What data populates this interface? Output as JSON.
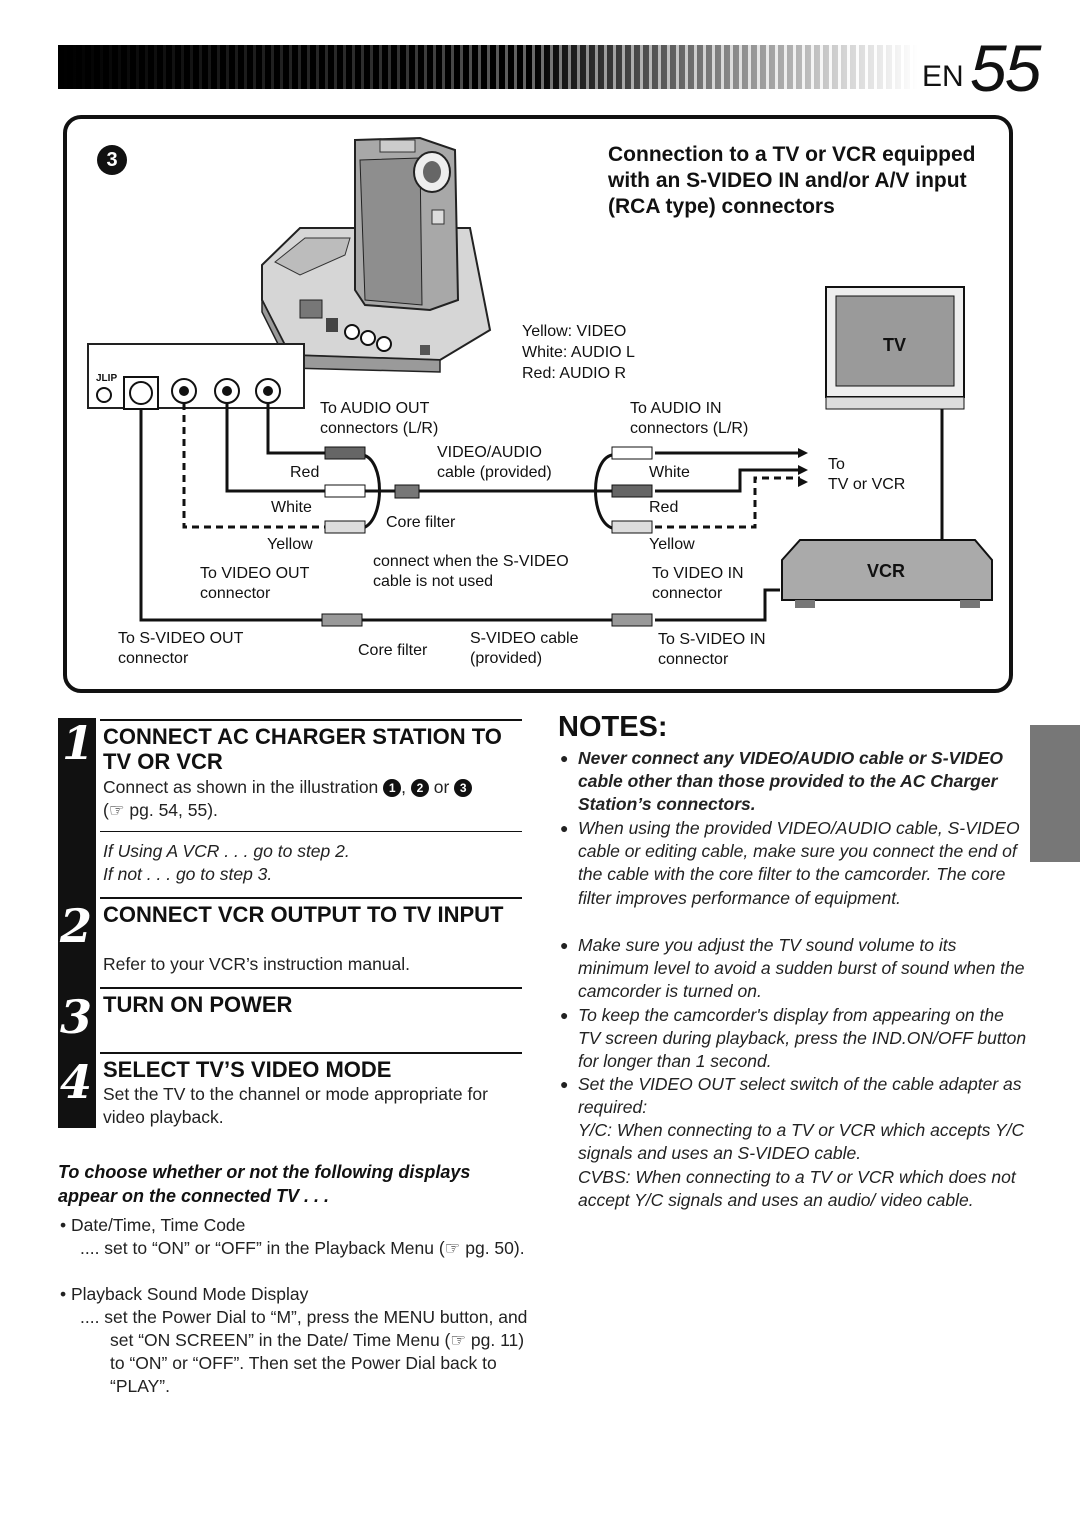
{
  "header": {
    "lang": "EN",
    "page_number": "55"
  },
  "diagram": {
    "step_label": "3",
    "title": "Connection to a TV or VCR equipped with an S-VIDEO IN and/or A/V input (RCA type) connectors",
    "adapter_brand": "JLIP",
    "color_legend": [
      "Yellow: VIDEO",
      "White: AUDIO L",
      "Red: AUDIO R"
    ],
    "tv_label": "TV",
    "vcr_label": "VCR",
    "to_audio_out": [
      "To AUDIO OUT",
      "connectors (L/R)"
    ],
    "to_audio_in": [
      "To AUDIO IN",
      "connectors (L/R)"
    ],
    "video_audio_cable": [
      "VIDEO/AUDIO",
      "cable (provided)"
    ],
    "left_red": "Red",
    "left_white": "White",
    "left_yellow": "Yellow",
    "right_white": "White",
    "right_red": "Red",
    "right_yellow": "Yellow",
    "core_filter_top": "Core filter",
    "connect_note": [
      "connect when the S-VIDEO",
      "cable is not used"
    ],
    "to_video_out": [
      "To VIDEO OUT",
      "connector"
    ],
    "to_video_in": [
      "To VIDEO IN",
      "connector"
    ],
    "to_tv_or_vcr": [
      "To",
      "TV or VCR"
    ],
    "to_svideo_out": [
      "To S-VIDEO OUT",
      "connector"
    ],
    "core_filter_bottom": "Core filter",
    "svideo_cable": [
      "S-VIDEO cable",
      "(provided)"
    ],
    "to_svideo_in": [
      "To S-VIDEO IN",
      "connector"
    ]
  },
  "steps": [
    {
      "number": "1",
      "heading": "CONNECT AC CHARGER STATION TO TV OR VCR",
      "body_prefix": "Connect as shown in the illustration",
      "refs": [
        "1",
        "2",
        "3"
      ],
      "body_suffix": "(☞ pg. 54, 55).",
      "branch1": "If Using A VCR . . . go to step 2.",
      "branch2": "If not . . . go to step 3."
    },
    {
      "number": "2",
      "heading": "CONNECT VCR OUTPUT TO TV INPUT",
      "body": "Refer to your VCR’s instruction manual."
    },
    {
      "number": "3",
      "heading": "TURN ON POWER"
    },
    {
      "number": "4",
      "heading": "SELECT TV’S VIDEO MODE",
      "body": "Set the TV to the channel or mode appropriate for video playback."
    }
  ],
  "display_section": {
    "title": "To choose whether or not the following displays appear on the connected TV . . .",
    "item1": "• Date/Time, Time Code",
    "item1_detail": ".... set to “ON” or “OFF” in the Playback Menu (☞ pg. 50).",
    "item2": "• Playback Sound Mode Display",
    "item2_detail": ".... set the Power Dial to “M”, press the MENU button, and set “ON SCREEN” in the Date/ Time Menu (☞ pg. 11) to “ON” or “OFF”. Then set the Power Dial back to “PLAY”."
  },
  "notes": {
    "heading": "NOTES:",
    "items": [
      "Never connect any VIDEO/AUDIO cable or S-VIDEO cable other than those provided to the AC Charger Station’s connectors.",
      "When using the provided VIDEO/AUDIO cable, S-VIDEO cable or editing cable, make sure you connect the end of the cable with the core filter to the camcorder. The core filter improves performance of equipment.",
      "Make sure you adjust the TV sound volume to its minimum level to avoid a sudden burst of sound when the camcorder is turned on.",
      "To keep the camcorder's display from appearing on the TV screen during playback, press the IND.ON/OFF button for longer than 1 second.",
      "Set the VIDEO OUT select switch of the cable adapter as required:"
    ],
    "yc": "Y/C: When connecting to a TV or VCR which accepts Y/C signals and uses an S-VIDEO cable.",
    "cvbs": "CVBS: When connecting to a TV or VCR which does not accept Y/C signals and uses an audio/ video cable."
  }
}
